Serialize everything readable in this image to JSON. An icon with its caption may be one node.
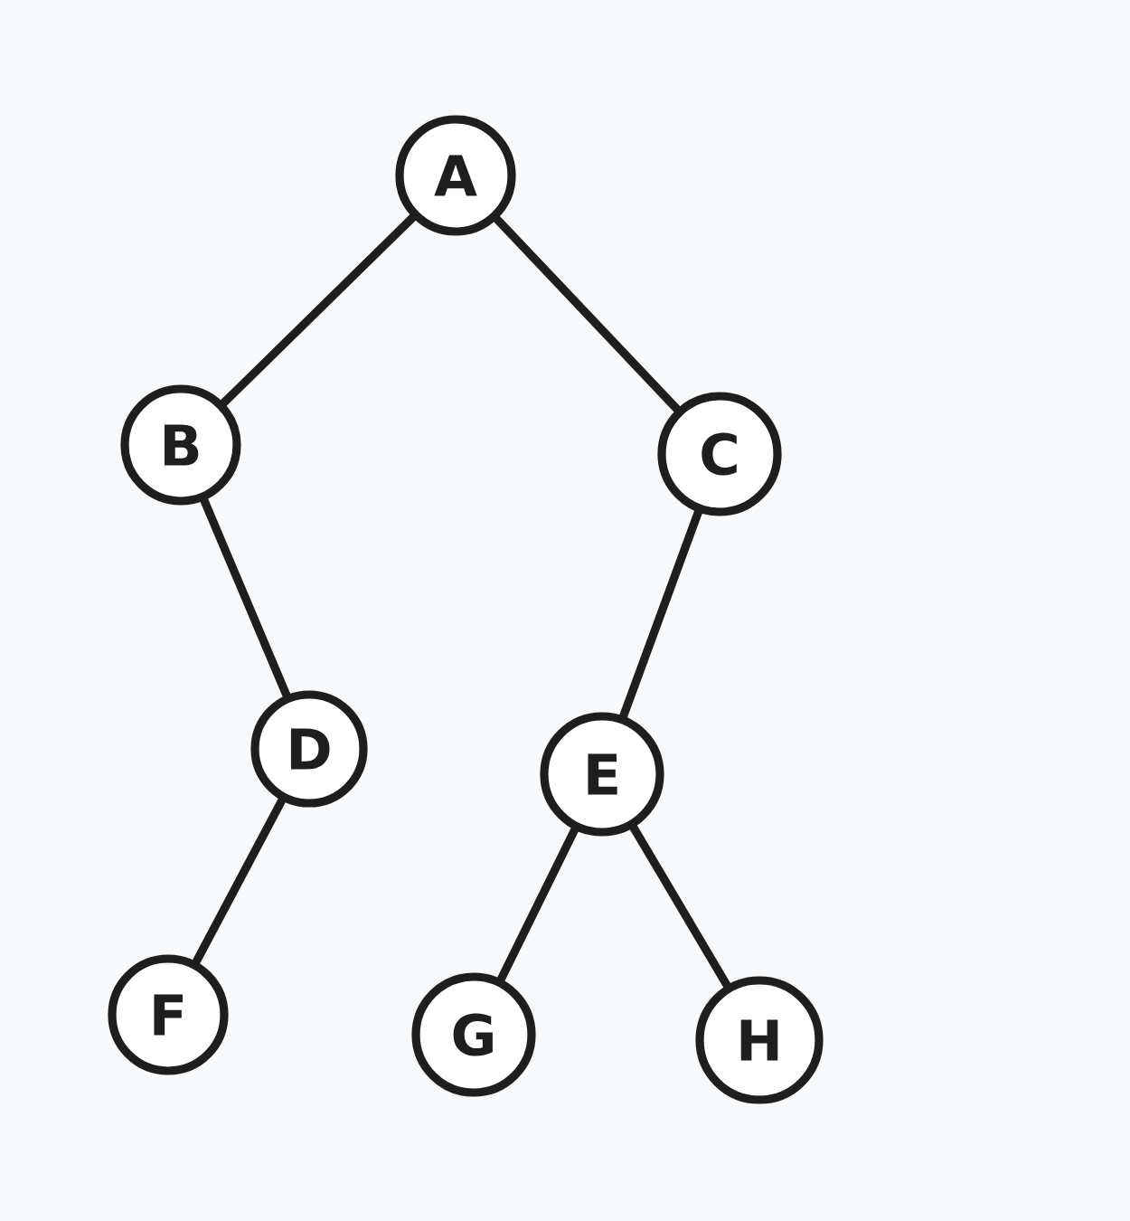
{
  "diagram": {
    "nodes": [
      {
        "text": [
          "A"
        ]
      },
      {
        "text": [
          "B"
        ]
      },
      {
        "text": [
          "C"
        ]
      },
      {
        "text": [
          "D"
        ]
      },
      {
        "text": [
          "E"
        ]
      },
      {
        "text": [
          "F"
        ]
      },
      {
        "text": [
          "G"
        ]
      },
      {
        "text": [
          "H"
        ]
      }
    ],
    "edges": [
      {
        "from": 0,
        "to": 1,
        "arrow": "none"
      },
      {
        "from": 0,
        "to": 2,
        "arrow": "none"
      },
      {
        "from": 1,
        "to": 3,
        "arrow": "none"
      },
      {
        "from": 2,
        "to": 4,
        "arrow": "none"
      },
      {
        "from": 3,
        "to": 5,
        "arrow": "none"
      },
      {
        "from": 4,
        "to": 6,
        "arrow": "none"
      },
      {
        "from": 4,
        "to": 7,
        "arrow": "none"
      }
    ]
  }
}
